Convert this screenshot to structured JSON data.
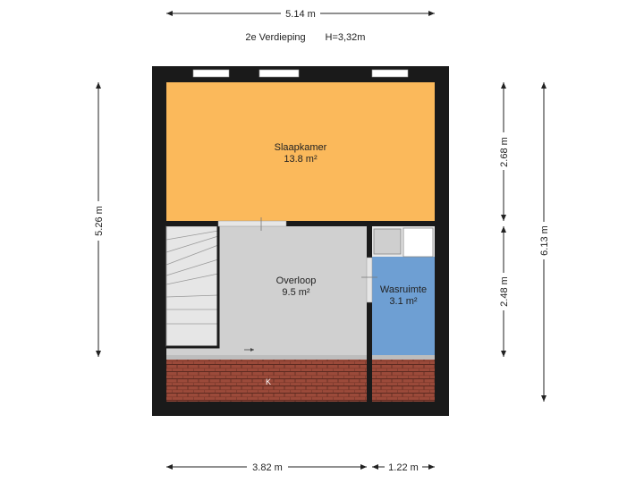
{
  "header": {
    "floor": "2e Verdieping",
    "height": "H=3,32m"
  },
  "rooms": {
    "bedroom": {
      "name": "Slaapkamer",
      "area": "13.8 m²"
    },
    "landing": {
      "name": "Overloop",
      "area": "9.5 m²"
    },
    "laundry": {
      "name": "Wasruimte",
      "area": "3.1 m²"
    }
  },
  "dimensions": {
    "top_width": "5.14 m",
    "bottom_left": "3.82 m",
    "bottom_right": "1.22 m",
    "left_height": "5.26 m",
    "right_upper": "2.68 m",
    "right_lower": "2.48 m",
    "right_total": "6.13 m"
  },
  "colors": {
    "bedroom": "#FBB95B",
    "landing": "#D0D0D0",
    "laundry": "#6E9FD3",
    "roof": "#9B4A3A",
    "wall": "#1A1A1A"
  }
}
